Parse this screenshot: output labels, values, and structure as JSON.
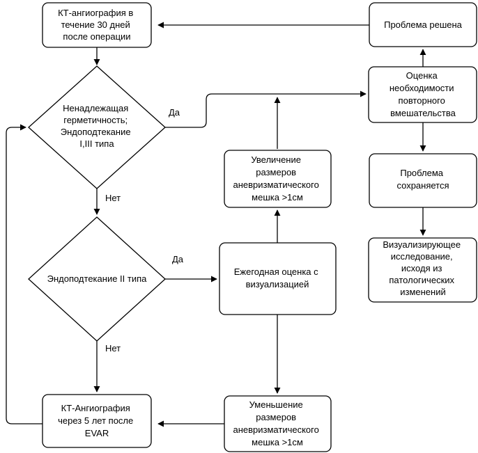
{
  "colors": {
    "stroke": "#000000",
    "fill": "#ffffff",
    "text": "#000000"
  },
  "nodes": {
    "ct_30_days": [
      "КТ-ангиография в",
      "течение 30 дней",
      "после операции"
    ],
    "decision_leak": [
      "Ненадлежащая",
      "герметичность;",
      "Эндоподтекание",
      "I,III типа"
    ],
    "decision_endoleak2": [
      "Эндоподтекание II типа"
    ],
    "ct_5_years": [
      "КТ-Ангиография",
      "через 5 лет после",
      "EVAR"
    ],
    "annual_assessment": [
      "Ежегодная оценка с",
      "визуализацией"
    ],
    "sac_increase": [
      "Увеличение",
      "размеров",
      "аневризматического",
      "мешка >1см"
    ],
    "sac_decrease": [
      "Уменьшение",
      "размеров",
      "аневризматического",
      "мешка >1см"
    ],
    "problem_solved": [
      "Проблема решена"
    ],
    "reintervention_assessment": [
      "Оценка",
      "необходимости",
      "повторного",
      "вмешательства"
    ],
    "problem_persists": [
      "Проблема",
      "сохраняется"
    ],
    "imaging_study": [
      "Визуализирующее",
      "исследование,",
      "исходя из",
      "патологических",
      "изменений"
    ]
  },
  "edge_labels": {
    "leak_yes": "Да",
    "leak_no": "Нет",
    "endoleak2_yes": "Да",
    "endoleak2_no": "Нет"
  }
}
